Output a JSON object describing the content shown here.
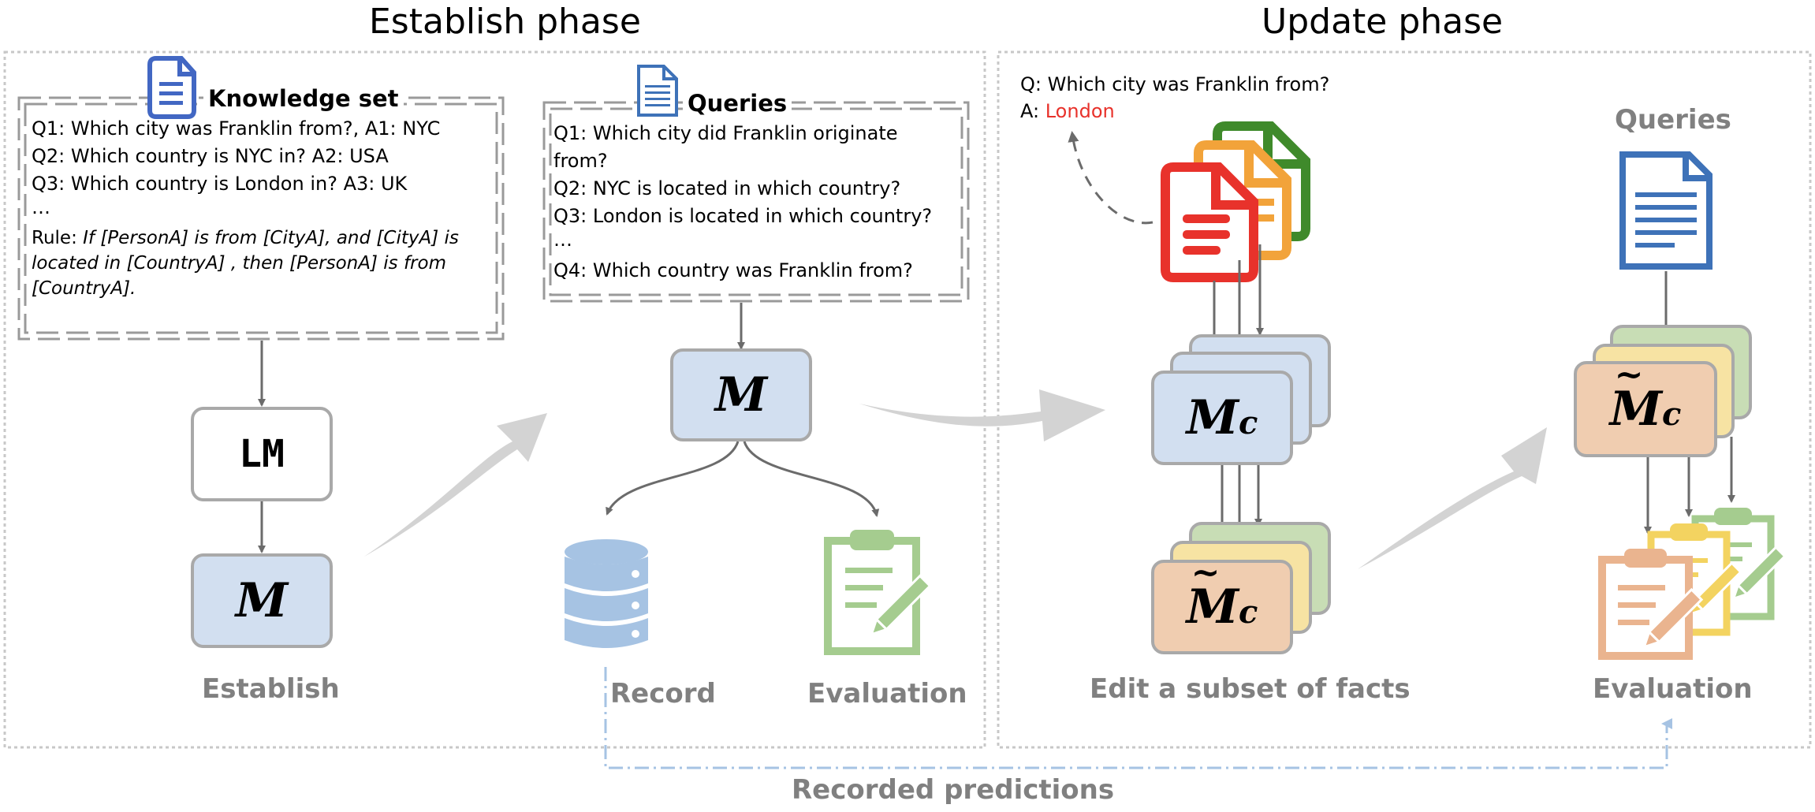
{
  "establish": {
    "title": "Establish phase",
    "knowledge_set": {
      "title": "Knowledge set",
      "q1": "Q1: Which city was Franklin from?, A1: NYC",
      "q2": "Q2: Which country is NYC in? A2: USA",
      "q3": "Q3: Which country is London in? A3: UK",
      "ellipsis": "…",
      "rule_label": "Rule:",
      "rule_text_1": "If [PersonA] is from [CityA], and [CityA] is",
      "rule_text_2": "located in [CountryA] , then [PersonA] is from",
      "rule_text_3": "[CountryA]."
    },
    "queries": {
      "title": "Queries",
      "q1_line1": "Q1: Which city did Franklin originate",
      "q1_line2": "from?",
      "q2": "Q2: NYC is located in which country?",
      "q3": "Q3: London is located in which country?",
      "ellipsis": "…",
      "q4": "Q4: Which country was Franklin from?"
    },
    "lm_label": "LM",
    "model_label": "M",
    "caption_establish": "Establish",
    "caption_record": "Record",
    "caption_evaluation": "Evaluation"
  },
  "update": {
    "title": "Update phase",
    "qa_question": "Q: Which city was Franklin from?",
    "qa_answer_prefix": "A:",
    "qa_answer": "London",
    "queries_title": "Queries",
    "model_c_base": "M",
    "model_c_sub": "c",
    "caption_edit": "Edit a subset of facts",
    "caption_evaluation": "Evaluation"
  },
  "bottom_label": "Recorded predictions",
  "colors": {
    "model_blue": "#d2dff0",
    "model_orange": "#f0cdb0",
    "model_green": "#c8ddb5",
    "model_yellow": "#f7e3a3",
    "border_gray": "#a9a9a9",
    "doc_blue": "#3e72b8",
    "doc_red": "#e8322b",
    "doc_orange": "#f2a33a",
    "doc_green": "#3f8a2b",
    "db_blue": "#a6c3e3",
    "clip_green": "#a5cc8f",
    "clip_orange": "#eab48f",
    "clip_yellow": "#f3d360",
    "caption_gray": "#808080",
    "answer_red": "#e8322b",
    "dashdot_blue": "#a6c3e3"
  },
  "icons": [
    "document-icon",
    "database-icon",
    "clipboard-icon",
    "pencil-icon",
    "arrow-icon"
  ]
}
